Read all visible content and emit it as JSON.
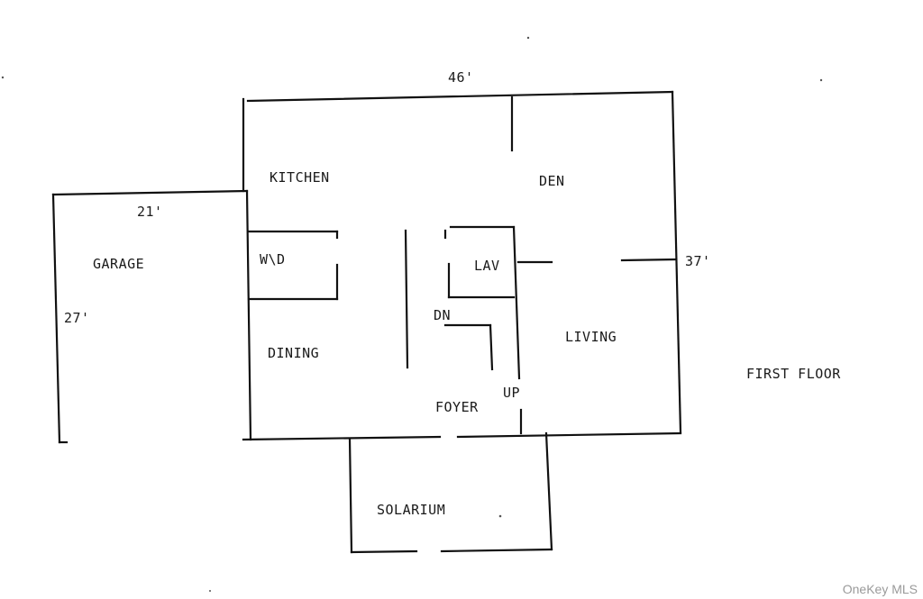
{
  "plan": {
    "title": "FIRST FLOOR",
    "dimensions": {
      "width_main": "46'",
      "depth_main": "37'",
      "garage_width": "21'",
      "garage_depth": "27'"
    },
    "rooms": {
      "kitchen": "KITCHEN",
      "den": "DEN",
      "garage": "GARAGE",
      "wd": "W\\D",
      "lav": "LAV",
      "dn": "DN",
      "dining": "DINING",
      "living": "LIVING",
      "up": "UP",
      "foyer": "FOYER",
      "solarium": "SOLARIUM"
    }
  },
  "watermark": "OneKey MLS"
}
